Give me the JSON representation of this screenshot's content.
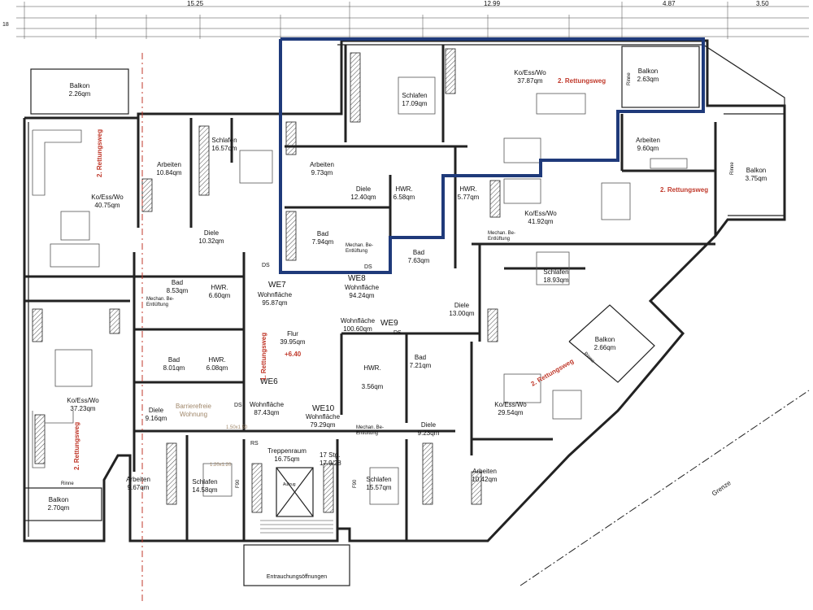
{
  "colors": {
    "highlight": "#1f3a7a",
    "escape": "#c0392b",
    "accessible": "#a0876a"
  },
  "top_dims": [
    "15.25",
    "12.99",
    "4.87",
    "3.50",
    "18"
  ],
  "rooms": [
    {
      "id": "balkon-nw",
      "name": "Balkon",
      "area": "2.26qm"
    },
    {
      "id": "kowo-we7",
      "name": "Ko/Ess/Wo",
      "area": "40.75qm"
    },
    {
      "id": "arbeiten-we7",
      "name": "Arbeiten",
      "area": "10.84qm"
    },
    {
      "id": "schlafen-we7",
      "name": "Schlafen",
      "area": "16.57qm"
    },
    {
      "id": "diele-we7",
      "name": "Diele",
      "area": "10.32qm"
    },
    {
      "id": "bad-we7",
      "name": "Bad",
      "area": "8.53qm"
    },
    {
      "id": "hwr-we7",
      "name": "HWR.",
      "area": "6.60qm"
    },
    {
      "id": "schlafen-we8",
      "name": "Schlafen",
      "area": "17.09qm"
    },
    {
      "id": "kowo-we8",
      "name": "Ko/Ess/Wo",
      "area": "37.87qm"
    },
    {
      "id": "balkon-we8",
      "name": "Balkon",
      "area": "2.63qm"
    },
    {
      "id": "arbeiten-we8",
      "name": "Arbeiten",
      "area": "9.73qm"
    },
    {
      "id": "diele-we8",
      "name": "Diele",
      "area": "12.40qm"
    },
    {
      "id": "hwr-we8",
      "name": "HWR.",
      "area": "6.58qm"
    },
    {
      "id": "bad-we8",
      "name": "Bad",
      "area": "7.94qm"
    },
    {
      "id": "hwr-we9",
      "name": "HWR.",
      "area": "5.77qm"
    },
    {
      "id": "kowo-we9",
      "name": "Ko/Ess/Wo",
      "area": "41.92qm"
    },
    {
      "id": "arbeiten-we9",
      "name": "Arbeiten",
      "area": "9.60qm"
    },
    {
      "id": "balkon-e",
      "name": "Balkon",
      "area": "3.75qm"
    },
    {
      "id": "bad-we9",
      "name": "Bad",
      "area": "7.63qm"
    },
    {
      "id": "schlafen-we9",
      "name": "Schlafen",
      "area": "18.93qm"
    },
    {
      "id": "diele-we9",
      "name": "Diele",
      "area": "13.00qm"
    },
    {
      "id": "balkon-se",
      "name": "Balkon",
      "area": "2.66qm"
    },
    {
      "id": "flur",
      "name": "Flur",
      "area": "39.95qm"
    },
    {
      "id": "bad-we6",
      "name": "Bad",
      "area": "8.01qm"
    },
    {
      "id": "hwr-we6",
      "name": "HWR.",
      "area": "6.08qm"
    },
    {
      "id": "kowo-we6",
      "name": "Ko/Ess/Wo",
      "area": "37.23qm"
    },
    {
      "id": "diele-we6",
      "name": "Diele",
      "area": "9.16qm"
    },
    {
      "id": "bad-we10",
      "name": "Bad",
      "area": "7.21qm"
    },
    {
      "id": "hwr-we10",
      "name": "HWR.",
      "area": "3.56qm"
    },
    {
      "id": "kowo-we10",
      "name": "Ko/Ess/Wo",
      "area": "29.54qm"
    },
    {
      "id": "diele-we10",
      "name": "Diele",
      "area": "9.23qm"
    },
    {
      "id": "arbeiten-we6",
      "name": "Arbeiten",
      "area": "9.67qm"
    },
    {
      "id": "schlafen-we6",
      "name": "Schlafen",
      "area": "14.58qm"
    },
    {
      "id": "treppenraum",
      "name": "Treppenraum",
      "area": "16.75qm"
    },
    {
      "id": "schlafen-we10",
      "name": "Schlafen",
      "area": "15.57qm"
    },
    {
      "id": "arbeiten-we10",
      "name": "Arbeiten",
      "area": "10.42qm"
    },
    {
      "id": "balkon-sw",
      "name": "Balkon",
      "area": "2.70qm"
    }
  ],
  "units": [
    {
      "id": "we7",
      "name": "WE7",
      "label": "Wohnfläche",
      "area": "95.87qm"
    },
    {
      "id": "we8",
      "name": "WE8",
      "label": "Wohnfläche",
      "area": "94.24qm"
    },
    {
      "id": "we9",
      "name": "WE9",
      "label": "Wohnfläche",
      "area": "100.60qm"
    },
    {
      "id": "we6",
      "name": "WE6",
      "label": "Wohnfläche",
      "area": "87.43qm"
    },
    {
      "id": "we10",
      "name": "WE10",
      "label": "Wohnfläche",
      "area": "79.29qm"
    }
  ],
  "annotations": {
    "escape_label": "2. Rettungsweg",
    "escape_label_1": "1. Rettungsweg",
    "level": "+6.40",
    "barrier_free": "Barrierefreie",
    "barrier_free_2": "Wohnung",
    "ventilation": "Mechan. Be-",
    "ventilation_2": "Entlüftung",
    "stairs": "17 Stg.",
    "stairs_ratio": "17.9/28",
    "smoke_vent": "Entrauchungsöffnungen",
    "boundary": "Grenze",
    "gutter": "Rinne",
    "elevator": "Aufzug",
    "rs": "RS",
    "f90": "F90",
    "ds": "DS",
    "turning_circle": "1.50x1.50",
    "turning_circle_2": "1.20x1.20"
  }
}
